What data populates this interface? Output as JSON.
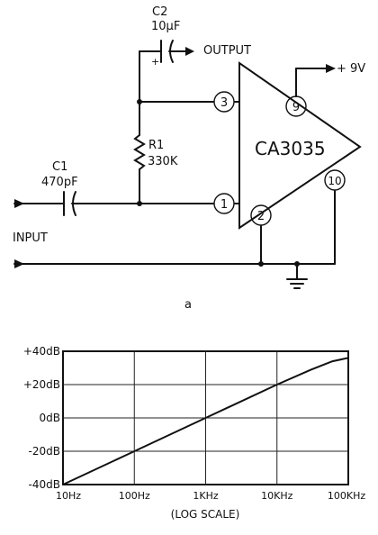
{
  "schematic": {
    "c2": {
      "name": "C2",
      "value": "10µF",
      "polarity": "+"
    },
    "output_label": "OUTPUT",
    "supply_label": "+ 9V",
    "r1": {
      "name": "R1",
      "value": "330K"
    },
    "c1": {
      "name": "C1",
      "value": "470pF"
    },
    "input_label": "INPUT",
    "ic_label": "CA3035",
    "pins": [
      "3",
      "9",
      "1",
      "10",
      "2"
    ],
    "caption": "a"
  },
  "chart_data": {
    "type": "line",
    "x_scale": "log",
    "x_ticks": [
      "10Hz",
      "100Hz",
      "1KHz",
      "10KHz",
      "100KHz"
    ],
    "y_ticks": [
      "+40dB",
      "+20dB",
      "0dB",
      "-20dB",
      "-40dB"
    ],
    "xlim": [
      10,
      100000
    ],
    "ylim": [
      -40,
      40
    ],
    "xlabel": "(LOG SCALE)",
    "grid": true,
    "series": [
      {
        "x": [
          10,
          100,
          1000,
          10000,
          30000,
          60000,
          100000
        ],
        "y": [
          -40,
          -20,
          0,
          20,
          29,
          34,
          36
        ]
      }
    ]
  }
}
